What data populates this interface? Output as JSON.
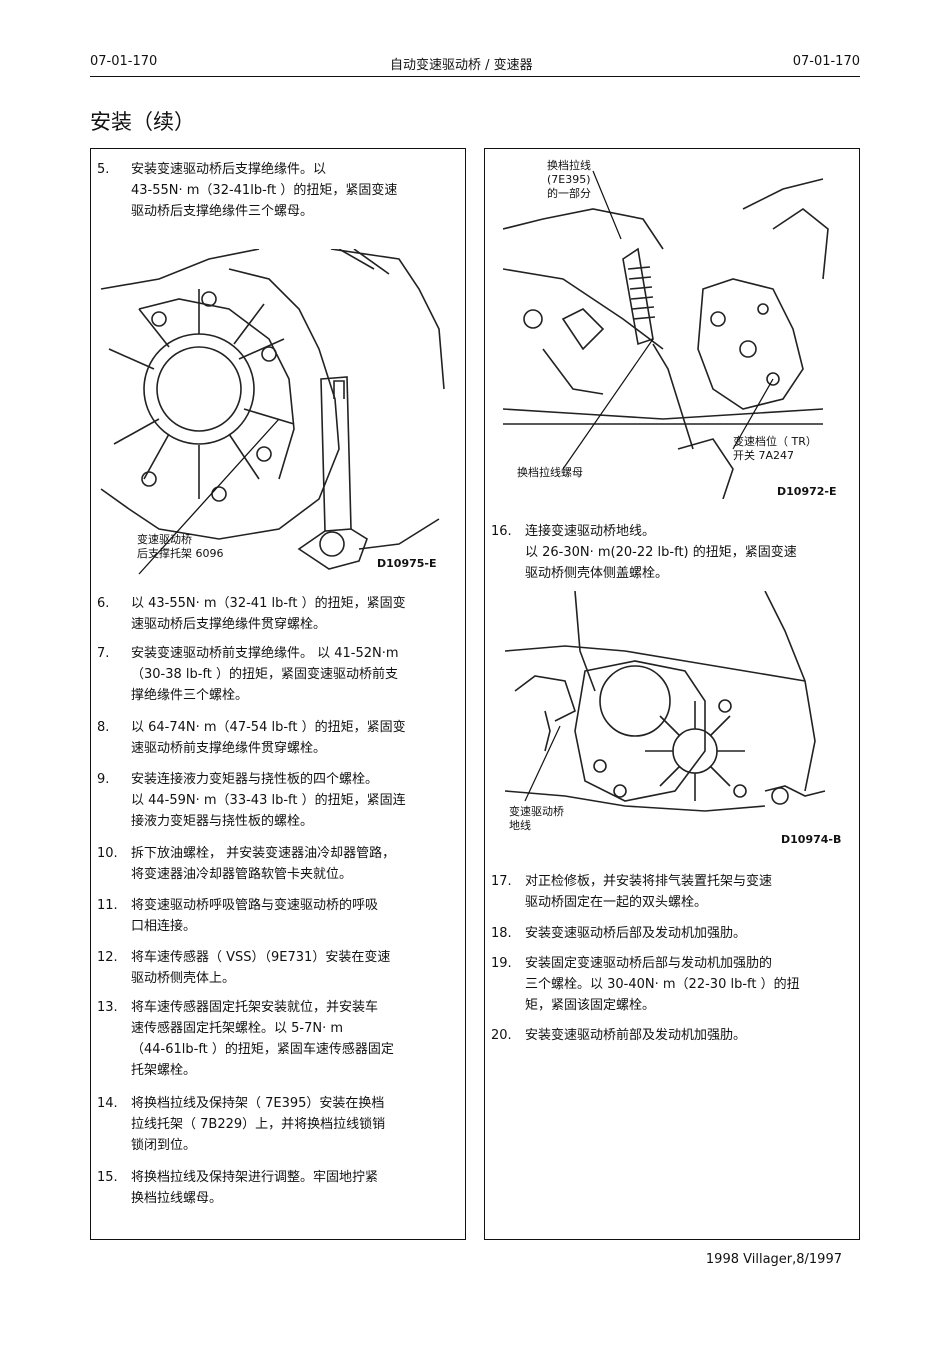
{
  "header": {
    "left": "07-01-170",
    "center": "自动变速驱动桥    / 变速器",
    "right": "07-01-170"
  },
  "page_title": "安装（续）",
  "left_column": {
    "steps": [
      {
        "num": "5.",
        "text": "安装变速驱动桥后支撑绝缘件。以\n43-55N· m（32-41lb-ft ）的扭矩，紧固变速\n驱动桥后支撑绝缘件三个螺母。"
      },
      {
        "num": "6.",
        "text": "以 43-55N· m（32-41 lb-ft ）的扭矩，紧固变\n速驱动桥后支撑绝缘件贯穿螺栓。"
      },
      {
        "num": "7.",
        "text": "安装变速驱动桥前支撑绝缘件。    以 41-52N·m\n（30-38 lb-ft ）的扭矩，紧固变速驱动桥前支\n撑绝缘件三个螺栓。"
      },
      {
        "num": "8.",
        "text": "以 64-74N· m（47-54 lb-ft ）的扭矩，紧固变\n速驱动桥前支撑绝缘件贯穿螺栓。"
      },
      {
        "num": "9.",
        "text": "安装连接液力变矩器与挠性板的四个螺栓。\n以 44-59N· m（33-43 lb-ft ）的扭矩，紧固连\n接液力变矩器与挠性板的螺栓。"
      },
      {
        "num": "10.",
        "text": "拆下放油螺栓，  并安装变速器油冷却器管路，\n将变速器油冷却器管路软管卡夹就位。"
      },
      {
        "num": "11.",
        "text": "将变速驱动桥呼吸管路与变速驱动桥的呼吸\n口相连接。"
      },
      {
        "num": "12.",
        "text": "将车速传感器（    VSS）（9E731）安装在变速\n驱动桥侧壳体上。"
      },
      {
        "num": "13.",
        "text": "将车速传感器固定托架安装就位，并安装车\n速传感器固定托架螺栓。以      5-7N· m\n（44-61lb-ft ）的扭矩，紧固车速传感器固定\n托架螺栓。"
      },
      {
        "num": "14.",
        "text": "将换档拉线及保持架（     7E395）安装在换档\n拉线托架（  7B229）上，并将换档拉线锁销\n锁闭到位。"
      },
      {
        "num": "15.",
        "text": "将换档拉线及保持架进行调整。牢固地拧紧\n换档拉线螺母。"
      }
    ],
    "figure": {
      "label": "变速驱动桥\n后支撑托架   6096",
      "code": "D10975-E"
    }
  },
  "right_column": {
    "figure1": {
      "label_top": "换档拉线\n(7E395)\n的一部分",
      "label_right": "变速档位（  TR）\n开关  7A247",
      "label_bottom": "换档拉线螺母",
      "code": "D10972-E"
    },
    "steps_a": [
      {
        "num": "16.",
        "text": "连接变速驱动桥地线。\n以  26-30N·   m(20-22 lb-ft) 的扭矩，紧固变速\n驱动桥侧壳体侧盖螺栓。"
      }
    ],
    "figure2": {
      "label": "变速驱动桥\n地线",
      "code": "D10974-B"
    },
    "steps_b": [
      {
        "num": "17.",
        "text": "对正检修板，并安装将排气装置托架与变速\n驱动桥固定在一起的双头螺栓。"
      },
      {
        "num": "18.",
        "text": "安装变速驱动桥后部及发动机加强肋。"
      },
      {
        "num": "19.",
        "text": "安装固定变速驱动桥后部与发动机加强肋的\n三个螺栓。以    30-40N· m（22-30 lb-ft ）的扭\n矩，紧固该固定螺栓。"
      },
      {
        "num": "20.",
        "text": "安装变速驱动桥前部及发动机加强肋。"
      }
    ]
  },
  "footer": "1998 Villager,8/1997"
}
